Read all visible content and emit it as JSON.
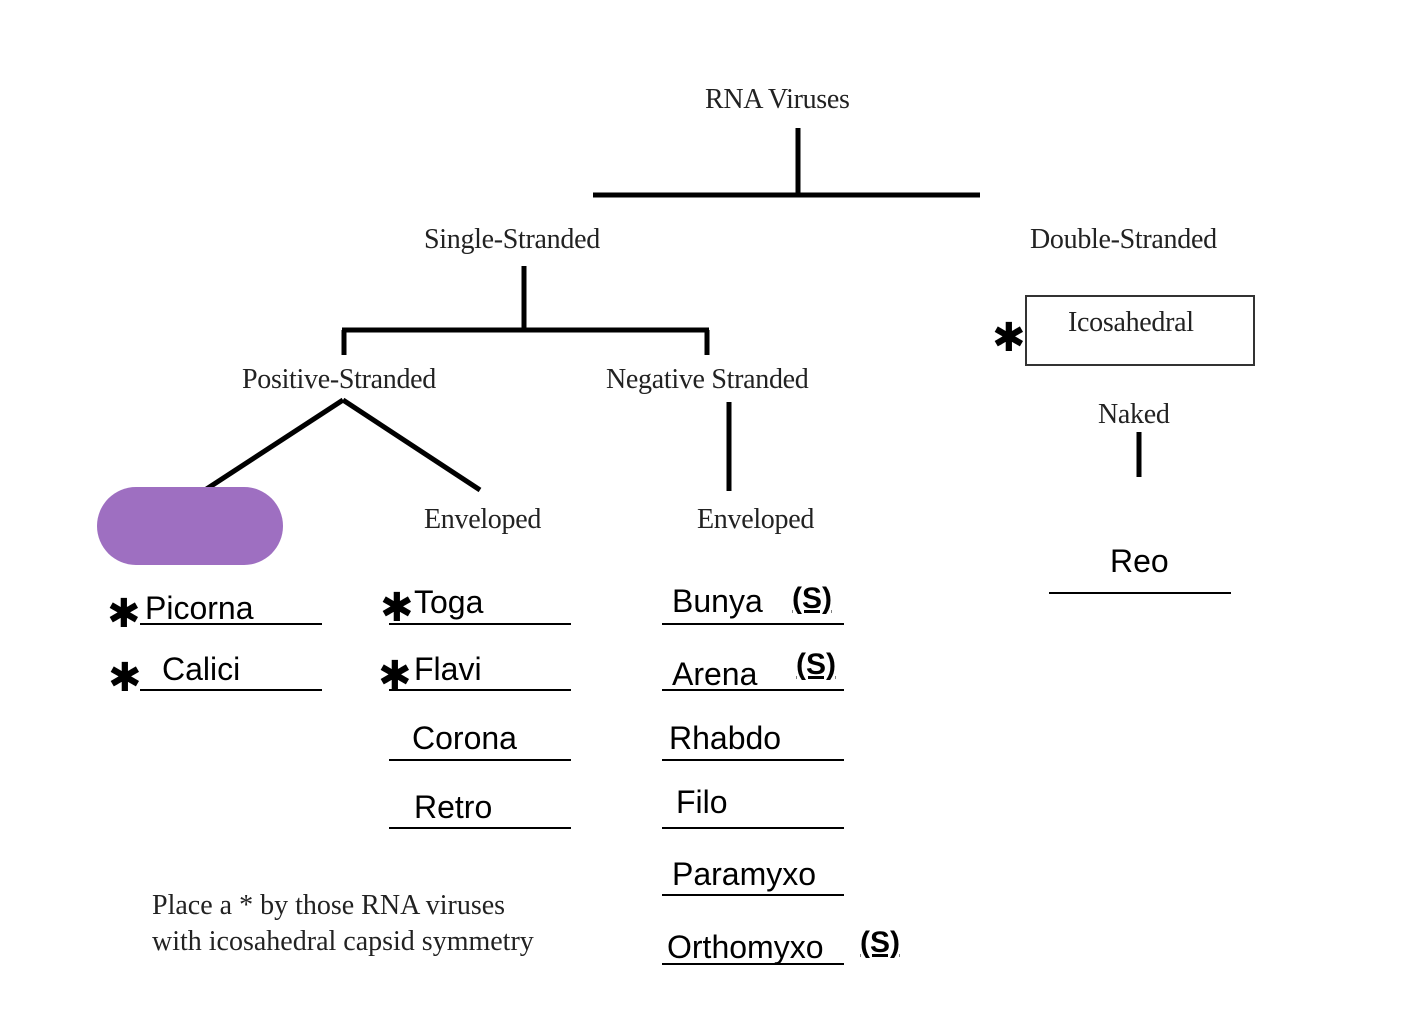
{
  "root": {
    "label": "RNA Viruses"
  },
  "branches": {
    "single": {
      "label": "Single-Stranded"
    },
    "double": {
      "label": "Double-Stranded",
      "box_label": "Icosahedral",
      "box_starred": true,
      "sub_label": "Naked",
      "items": [
        {
          "name": "Reo",
          "starred": false
        }
      ]
    },
    "positive": {
      "label": "Positive-Stranded"
    },
    "negative": {
      "label": "Negative Stranded",
      "sub_label": "Enveloped"
    },
    "pos_left": {
      "label": "",
      "highlight_color": "#9e6fc1"
    },
    "pos_right": {
      "label": "Enveloped"
    }
  },
  "lists": {
    "pos_naked": [
      {
        "name": "Picorna",
        "starred": true
      },
      {
        "name": "Calici",
        "starred": true
      }
    ],
    "pos_enveloped": [
      {
        "name": "Toga",
        "starred": true
      },
      {
        "name": "Flavi",
        "starred": true
      },
      {
        "name": "Corona",
        "starred": false
      },
      {
        "name": "Retro",
        "starred": false
      }
    ],
    "neg_enveloped": [
      {
        "name": "Bunya",
        "flag": "(S)"
      },
      {
        "name": "Arena",
        "flag": "(S)"
      },
      {
        "name": "Rhabdo",
        "flag": ""
      },
      {
        "name": "Filo",
        "flag": ""
      },
      {
        "name": "Paramyxo",
        "flag": ""
      },
      {
        "name": "Orthomyxo",
        "flag": "(S)"
      }
    ]
  },
  "star_symbol": "✱",
  "note": {
    "line1": "Place a * by those RNA viruses",
    "line2": "with icosahedral capsid symmetry"
  }
}
